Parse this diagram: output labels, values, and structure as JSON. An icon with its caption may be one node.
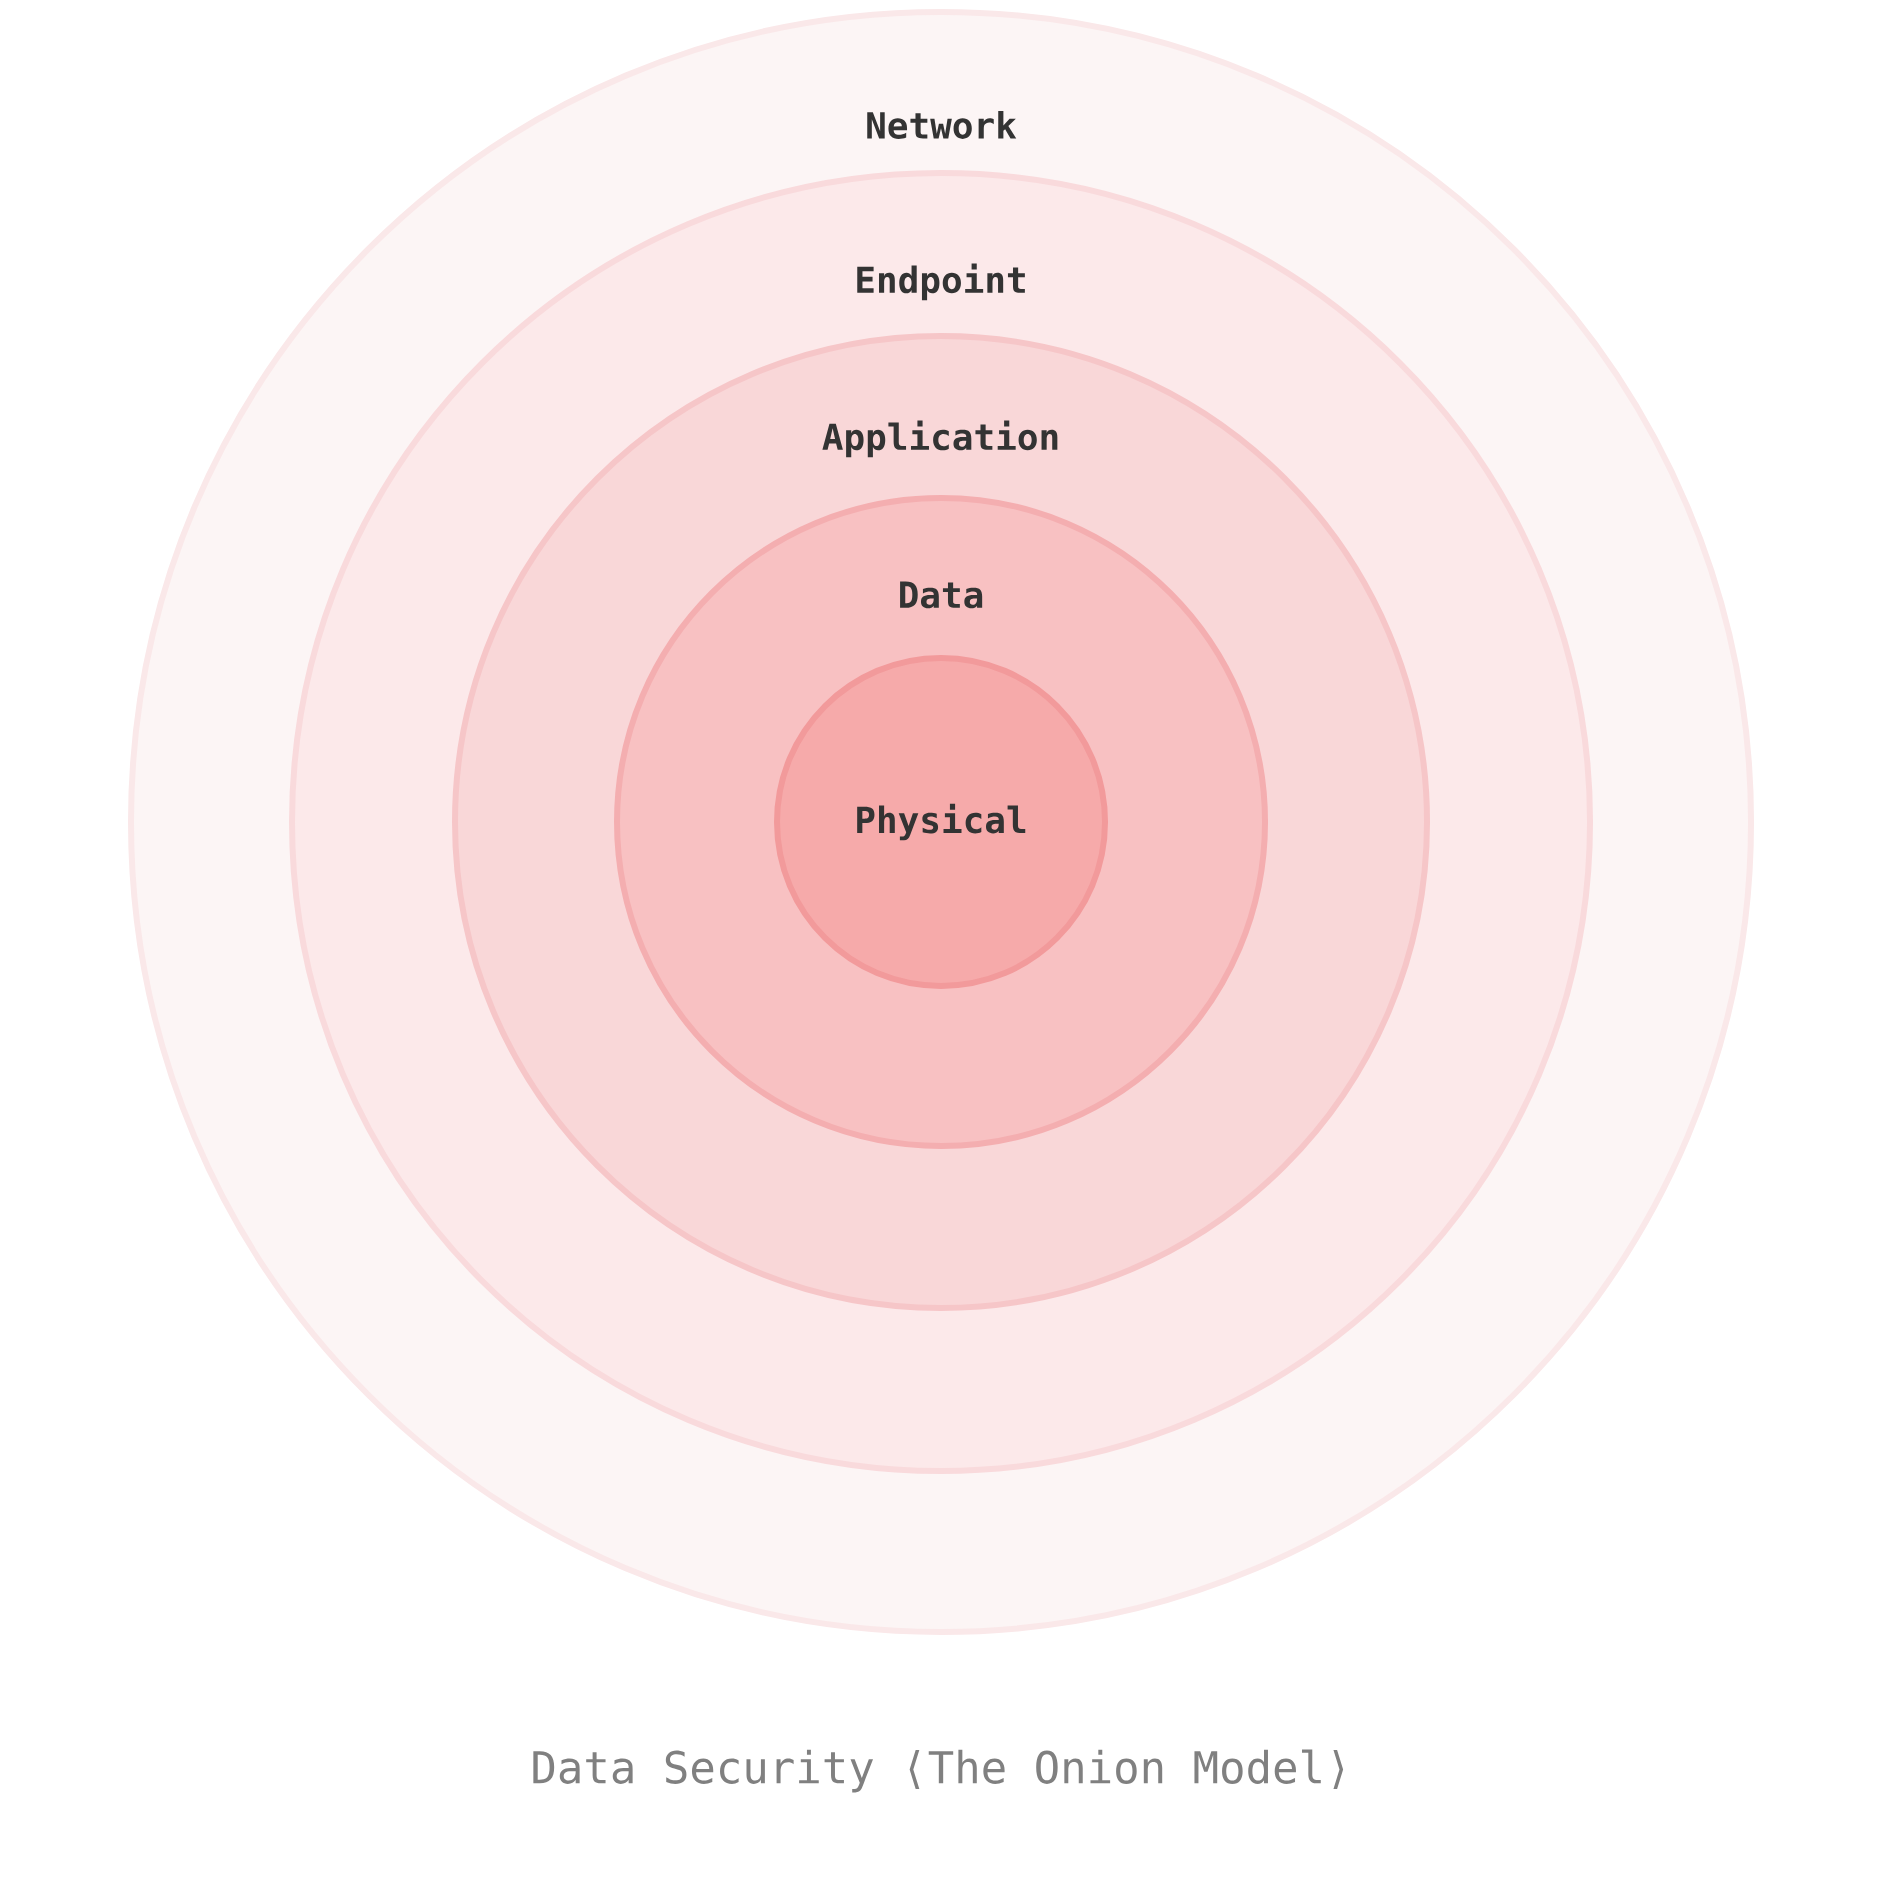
{
  "diagram": {
    "title": "Data Security ⟨The Onion Model⟩",
    "nodes": [
      {
        "text": [
          "Network"
        ]
      },
      {
        "text": [
          "Endpoint"
        ],
        "in": 0
      },
      {
        "text": [
          "Application"
        ],
        "in": 1
      },
      {
        "text": [
          "Data"
        ],
        "in": 2
      },
      {
        "text": [
          "Physical"
        ],
        "in": 3
      }
    ]
  }
}
